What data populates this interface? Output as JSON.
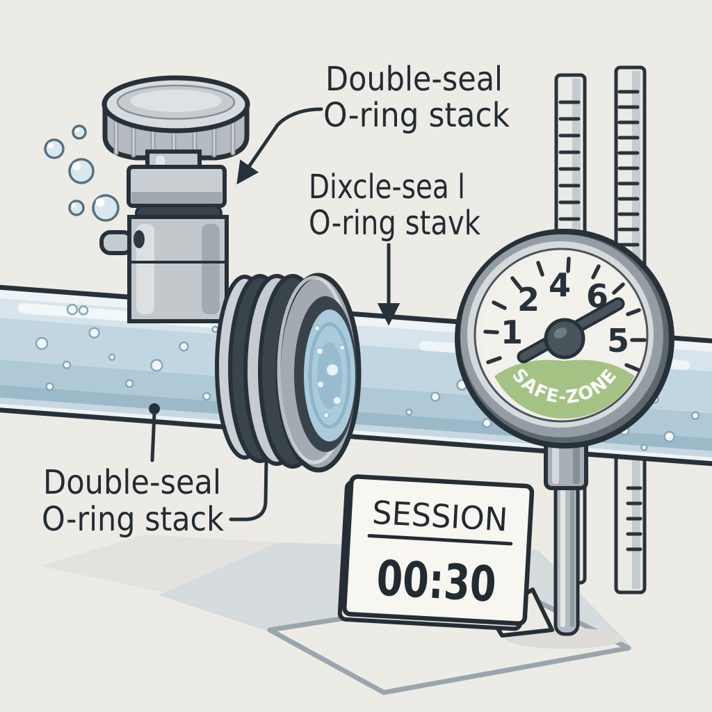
{
  "scene_title": "Pipe double-seal O-ring illustration",
  "colors": {
    "background": "#EDEBE6",
    "outline": "#27313A",
    "label_text": "#232B33",
    "pipe_fluid": "#C2D6E1",
    "safe_zone_green": "#A3C284",
    "gauge_face": "#F3F1EB",
    "card_fill": "#F8F6F1",
    "metal_gray": "#C6CBCF"
  },
  "labels": {
    "top": {
      "line1": "Double-seal",
      "line2": "O-ring stack"
    },
    "middle": {
      "line1": "Dixcle-sea l",
      "line2": "O-ring stavk"
    },
    "bottom": {
      "line1": "Double-seal",
      "line2": "O-ring stack"
    }
  },
  "gauge": {
    "numbers": [
      "1",
      "2",
      "4",
      "6",
      "5"
    ],
    "safe_zone_label": "SAFE-ZONE"
  },
  "session_card": {
    "title": "SESSION",
    "time": "00:30"
  }
}
